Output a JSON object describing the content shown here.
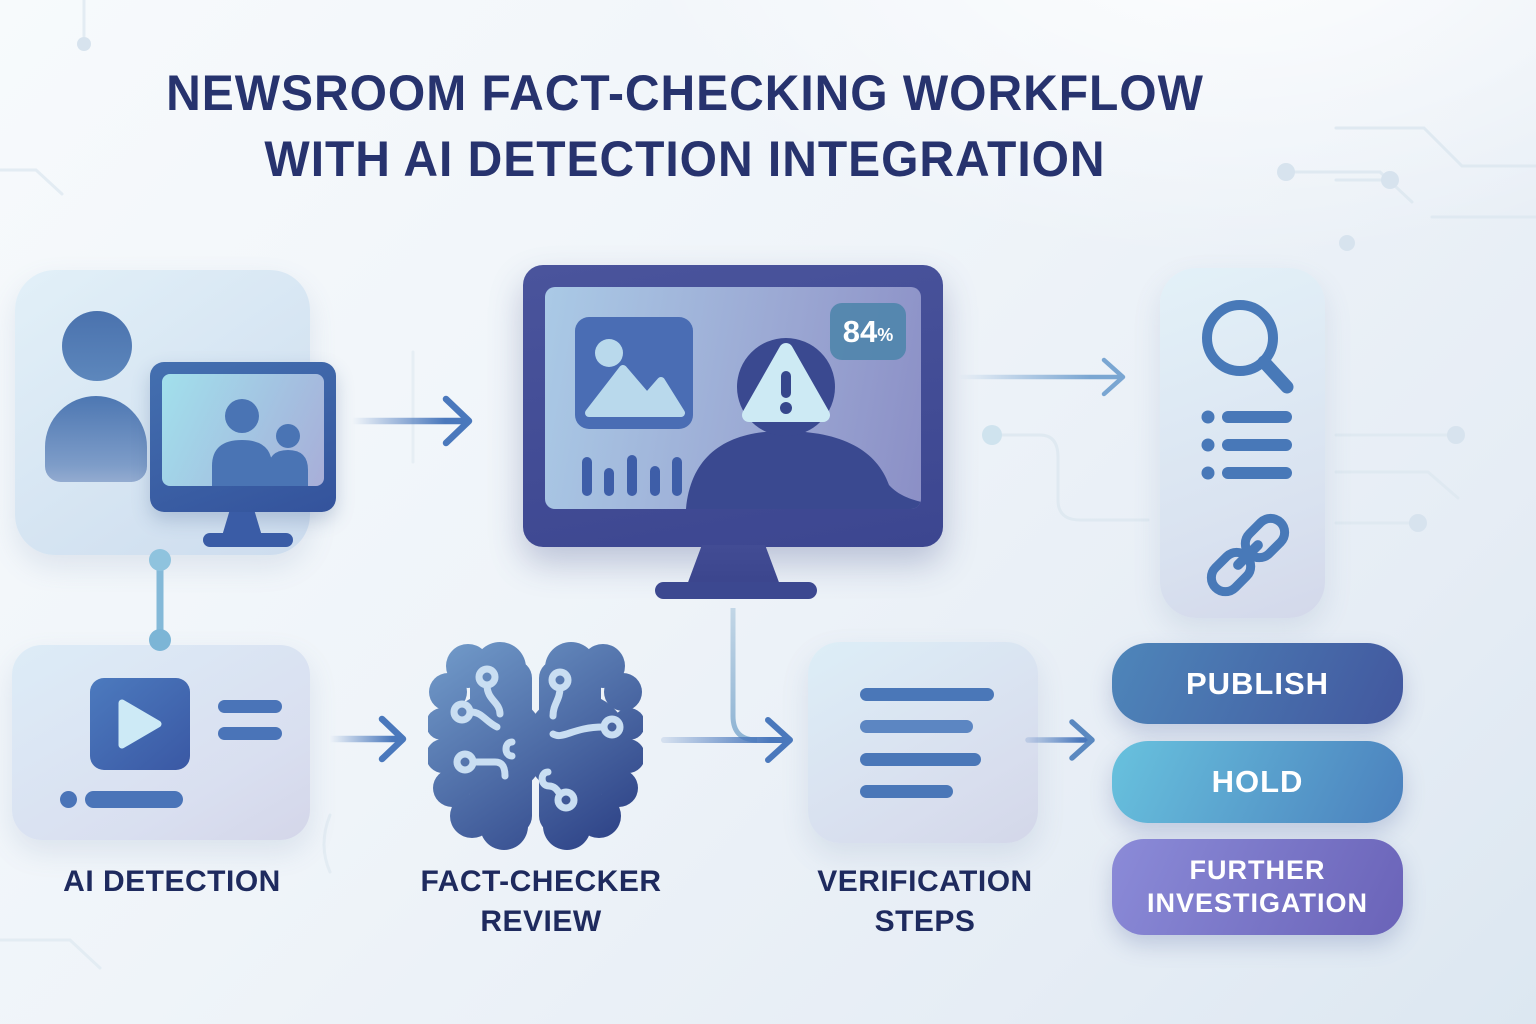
{
  "title": {
    "line1": "NEWSROOM FACT-CHECKING WORKFLOW",
    "line2": "WITH AI DETECTION INTEGRATION"
  },
  "analysis_monitor": {
    "confidence_value": "84",
    "confidence_unit": "%"
  },
  "stage_labels": {
    "ai_detection": "AI DETECTION",
    "fact_checker_review": "FACT-CHECKER REVIEW",
    "verification_steps": "VERIFICATION STEPS"
  },
  "decision_buttons": {
    "publish": "PUBLISH",
    "hold": "HOLD",
    "further_investigation": "FURTHER INVESTIGATION"
  },
  "icons": {
    "source_person": "person-icon",
    "source_screen": "video-call-monitor-icon",
    "analysis_image": "image-placeholder-icon",
    "analysis_histogram": "bar-chart-icon",
    "analysis_silhouette": "suspect-silhouette-icon",
    "analysis_warning": "warning-triangle-icon",
    "evidence_search": "search-icon",
    "evidence_list": "bulleted-list-icon",
    "evidence_link": "link-icon",
    "ai_video": "video-player-icon",
    "review_brain": "ai-brain-icon"
  },
  "colors": {
    "title_text": "#27336e",
    "label_text": "#1e2a5e",
    "accent_arrow": "#4a78bc",
    "monitor_frame": "#424c94",
    "badge_bg": "#5086ac",
    "publish_button": "#42579e",
    "hold_button": "#55a9d4",
    "further_button": "#6a63b8",
    "connector_dots": "#84b9d8"
  }
}
